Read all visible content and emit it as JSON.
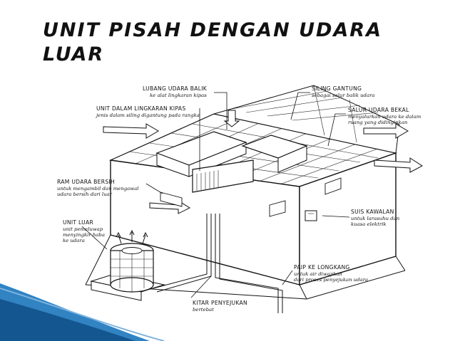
{
  "slide": {
    "title_line1": "UNIT PISAH DENGAN UDARA",
    "title_line2": "LUAR",
    "accent_color": "#1b75bb"
  },
  "labels": {
    "lubang": {
      "heading": "LUBANG UDARA BALIK",
      "sub": [
        "ke alat lingkaran kipas"
      ]
    },
    "siling": {
      "heading": "SILING GANTUNG",
      "sub": [
        "sebagai salur balik udara"
      ]
    },
    "unit_dalam": {
      "heading": "UNIT DALAM LINGKARAN KIPAS",
      "sub": [
        "jenis dalam siling digantung pada rangka"
      ]
    },
    "salur": {
      "heading": "SALUR UDARA BEKAL",
      "sub": [
        "menyalurkan udara ke dalam",
        "ruang yang didinginkan"
      ]
    },
    "ram": {
      "heading": "RAM UDARA BERSIH",
      "sub": [
        "untuk mengambil dan mengawal",
        "udara bersih dari luar"
      ]
    },
    "unit_luar": {
      "heading": "UNIT LUAR",
      "sub": [
        "unit pemeluwap",
        "menyingkir haba",
        "ke udara"
      ]
    },
    "suis": {
      "heading": "SUIS KAWALAN",
      "sub": [
        "untuk larasuhu dan",
        "kuasa elektrik"
      ]
    },
    "paip": {
      "heading": "PAIP KE LONGKANG",
      "sub": [
        "untuk air diwapkan",
        "dari proses penyejukan udara"
      ]
    },
    "kitar": {
      "heading": "KITAR PENYEJUKAN",
      "sub": [
        "bertebat"
      ]
    }
  }
}
